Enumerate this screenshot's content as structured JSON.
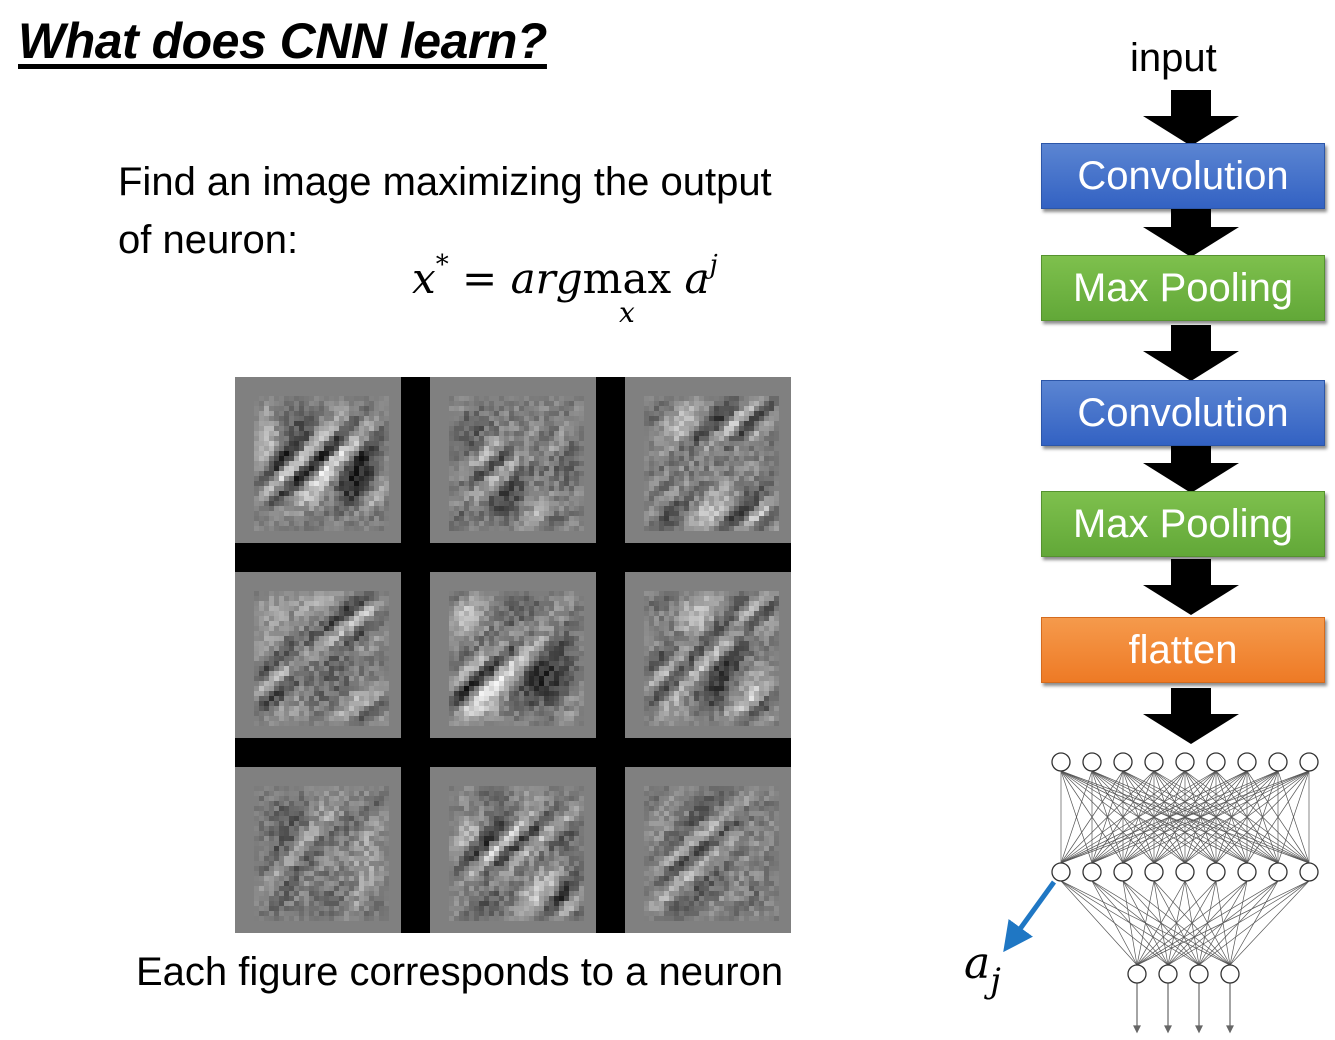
{
  "slide": {
    "title": "What does CNN learn?",
    "description_line1": "Find an image maximizing the output",
    "description_line2": "of neuron:",
    "formula": {
      "lhs": "x",
      "star": "*",
      "equals": "=",
      "arg": "arg",
      "op": "max",
      "op_sub": "x",
      "rhs": "a",
      "rhs_sup": "j"
    },
    "caption": "Each figure corresponds to a neuron"
  },
  "pipeline": {
    "input_label": "input",
    "layers": [
      {
        "label": "Convolution",
        "color": "#4472c4"
      },
      {
        "label": "Max Pooling",
        "color": "#70ad47"
      },
      {
        "label": "Convolution",
        "color": "#4472c4"
      },
      {
        "label": "Max Pooling",
        "color": "#70ad47"
      },
      {
        "label": "flatten",
        "color": "#ed7d31"
      }
    ],
    "output_label": "a",
    "output_sub": "j",
    "pointer_color": "#1f77c4"
  },
  "visualizations": {
    "rows": 3,
    "cols": 3,
    "background": "#808080"
  }
}
